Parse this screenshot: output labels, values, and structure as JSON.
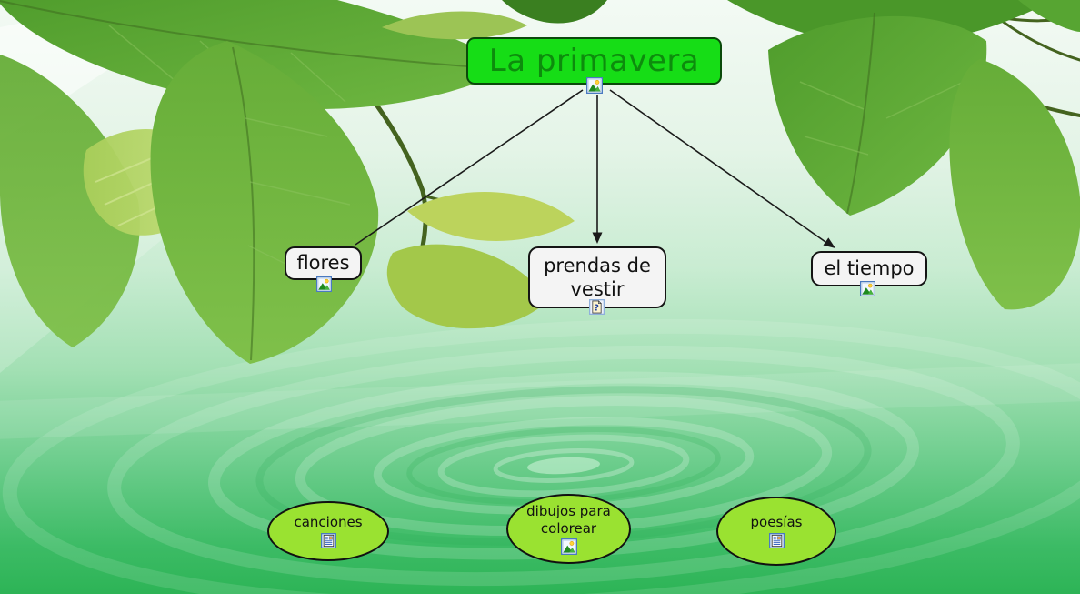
{
  "concept_map": {
    "root": {
      "label": "La primavera",
      "icon": "image-icon"
    },
    "branches": [
      {
        "label": "flores",
        "icon": "image-icon"
      },
      {
        "label": "prendas de vestir",
        "icon": "question-icon"
      },
      {
        "label": "el tiempo",
        "icon": "image-icon"
      }
    ],
    "resources": [
      {
        "label": "canciones",
        "icon": "document-icon"
      },
      {
        "label": "dibujos para colorear",
        "icon": "image-icon"
      },
      {
        "label": "poesías",
        "icon": "document-icon"
      }
    ],
    "colors": {
      "root_fill": "#16dd16",
      "root_text": "#0d8c0d",
      "branch_fill": "#f4f4f4",
      "branch_border": "#141414",
      "resource_fill": "#9ae231",
      "connector": "#1a1a1a",
      "water_green": "#2db456"
    }
  }
}
